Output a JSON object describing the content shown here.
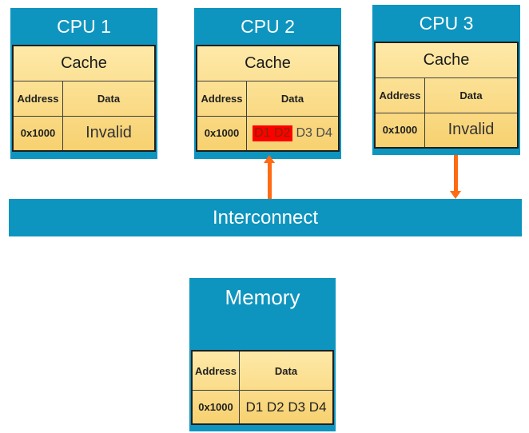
{
  "colors": {
    "blue": "#0E95BF",
    "orange": "#FF6A13",
    "tan-light": "#FEE9A8",
    "tan-dark": "#F7D170",
    "red-highlight": "#FF0000",
    "red-text": "#7F2800",
    "muted-text": "#4A4A4A"
  },
  "cpus": [
    {
      "title": "CPU 1",
      "cache_label": "Cache",
      "col_address": "Address",
      "col_data": "Data",
      "row_address": "0x1000",
      "row_data": "Invalid"
    },
    {
      "title": "CPU 2",
      "cache_label": "Cache",
      "col_address": "Address",
      "col_data": "Data",
      "row_address": "0x1000",
      "row_data_highlight": "D1 D2",
      "row_data_rest": "D3 D4"
    },
    {
      "title": "CPU 3",
      "cache_label": "Cache",
      "col_address": "Address",
      "col_data": "Data",
      "row_address": "0x1000",
      "row_data": "Invalid"
    }
  ],
  "interconnect": {
    "label": "Interconnect"
  },
  "memory": {
    "title": "Memory",
    "col_address": "Address",
    "col_data": "Data",
    "row_address": "0x1000",
    "row_data": "D1 D2 D3 D4"
  },
  "connectors": [
    {
      "from": "cpu2-cache",
      "to": "interconnect",
      "arrow": "up"
    },
    {
      "from": "cpu3-cache",
      "to": "interconnect",
      "arrow": "down"
    }
  ]
}
